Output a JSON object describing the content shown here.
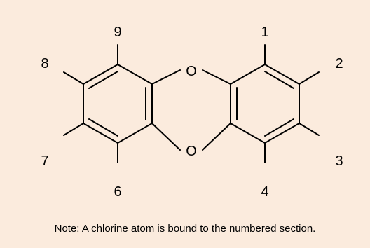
{
  "atoms": {
    "o_top": "O",
    "o_bottom": "O"
  },
  "positions": {
    "p1": "1",
    "p2": "2",
    "p3": "3",
    "p4": "4",
    "p6": "6",
    "p7": "7",
    "p8": "8",
    "p9": "9"
  },
  "note": "Note: A chlorine atom is bound to the numbered section.",
  "colors": {
    "background": "#fbebdd",
    "bond": "#000000"
  }
}
